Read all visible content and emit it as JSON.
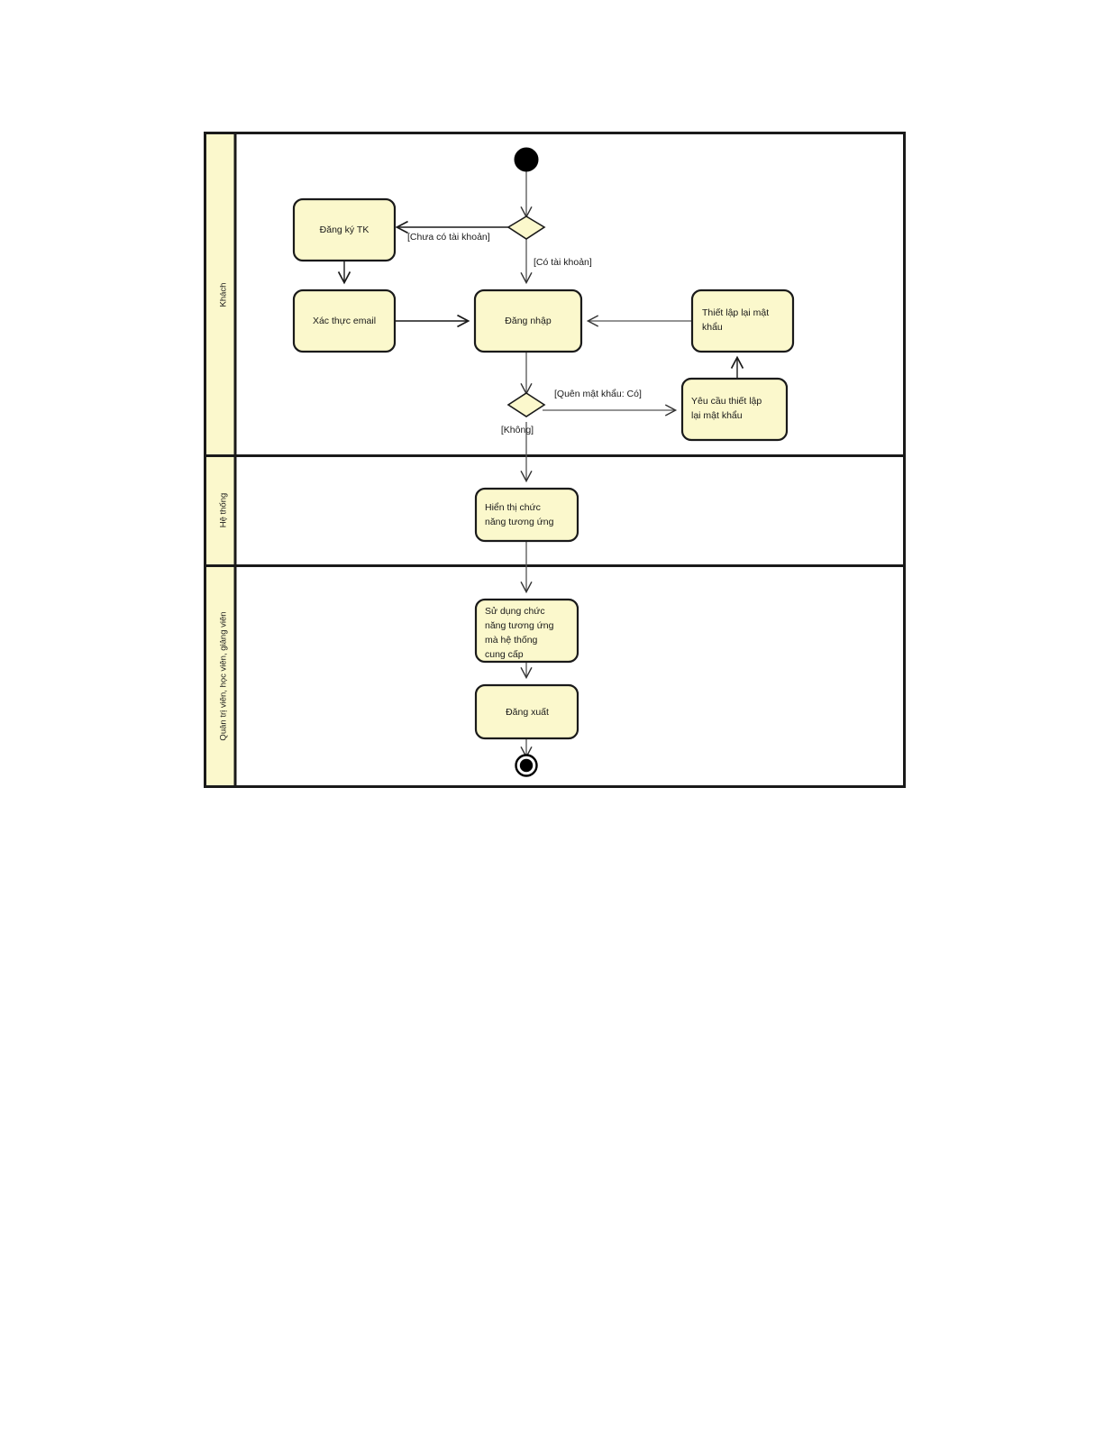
{
  "diagram": {
    "type": "uml-activity-diagram",
    "title": "",
    "colors": {
      "node_fill": "#FBF8CC",
      "node_stroke": "#1a1a1a",
      "lane_header_fill": "#FBF8CC",
      "frame_stroke": "#1a1a1a",
      "flow_stroke": "#555555",
      "solid_flow_stroke": "#1a1a1a",
      "text": "#1a1a1a",
      "page_background": "#ffffff"
    },
    "lanes": [
      {
        "id": "lane-khach",
        "label": "Khách"
      },
      {
        "id": "lane-he-thong",
        "label": "Hệ thống"
      },
      {
        "id": "lane-nguoi-dung",
        "label": "Quản trị viên, học viên, giảng viên"
      }
    ],
    "nodes": [
      {
        "id": "start",
        "kind": "initial-node",
        "label": ""
      },
      {
        "id": "decision-account",
        "kind": "decision-node",
        "label": ""
      },
      {
        "id": "dang-ky-tk",
        "kind": "activity",
        "label": "Đăng ký TK",
        "lane": "lane-khach"
      },
      {
        "id": "xac-thuc-email",
        "kind": "activity",
        "label": "Xác thực email",
        "lane": "lane-khach"
      },
      {
        "id": "dang-nhap",
        "kind": "activity",
        "label": "Đăng nhập",
        "lane": "lane-khach"
      },
      {
        "id": "thiet-lap-lai-mat-khau",
        "kind": "activity",
        "label": "Thiết lập lại mật khẩu",
        "lane": "lane-khach"
      },
      {
        "id": "decision-forgot",
        "kind": "decision-node",
        "label": ""
      },
      {
        "id": "yeu-cau-thiet-lap",
        "kind": "activity",
        "label": "Yêu cầu thiết lập lại mật khẩu",
        "lane": "lane-khach"
      },
      {
        "id": "hien-thi-chuc-nang",
        "kind": "activity",
        "label": "Hiển thị chức năng tương ứng",
        "lane": "lane-he-thong"
      },
      {
        "id": "su-dung-chuc-nang",
        "kind": "activity",
        "label": "Sử dụng chức năng tương ứng mà hệ thống cung cấp",
        "lane": "lane-nguoi-dung"
      },
      {
        "id": "dang-xuat",
        "kind": "activity",
        "label": "Đăng xuất",
        "lane": "lane-nguoi-dung"
      },
      {
        "id": "end",
        "kind": "final-node",
        "label": ""
      }
    ],
    "node_text_lines": {
      "dang-ky-tk": [
        "Đăng ký TK"
      ],
      "xac-thuc-email": [
        "Xác thực email"
      ],
      "dang-nhap": [
        "Đăng nhập"
      ],
      "thiet-lap-lai-mat-khau": [
        "Thiết lập lại mật",
        "khẩu"
      ],
      "yeu-cau-thiet-lap": [
        "Yêu cầu thiết lập",
        "lại mật khẩu"
      ],
      "hien-thi-chuc-nang": [
        "Hiển thị chức",
        "năng tương ứng"
      ],
      "su-dung-chuc-nang": [
        "Sử dụng chức",
        "năng tương ứng",
        "mà hệ thống",
        "cung cấp"
      ],
      "dang-xuat": [
        "Đăng xuất"
      ]
    },
    "guards": [
      {
        "id": "guard-no-account",
        "text": "[Chưa có tài khoản]",
        "from": "decision-account",
        "to": "dang-ky-tk"
      },
      {
        "id": "guard-has-account",
        "text": "[Có tài khoản]",
        "from": "decision-account",
        "to": "dang-nhap"
      },
      {
        "id": "guard-forgot-yes",
        "text": "[Quên mật khẩu: Có]",
        "from": "decision-forgot",
        "to": "yeu-cau-thiet-lap"
      },
      {
        "id": "guard-forgot-no",
        "text": "[Không]",
        "from": "decision-forgot",
        "to": "hien-thi-chuc-nang"
      }
    ],
    "edges": [
      {
        "from": "start",
        "to": "decision-account"
      },
      {
        "from": "decision-account",
        "to": "dang-ky-tk",
        "guard": "[Chưa có tài khoản]"
      },
      {
        "from": "decision-account",
        "to": "dang-nhap",
        "guard": "[Có tài khoản]"
      },
      {
        "from": "dang-ky-tk",
        "to": "xac-thuc-email"
      },
      {
        "from": "xac-thuc-email",
        "to": "dang-nhap"
      },
      {
        "from": "dang-nhap",
        "to": "decision-forgot"
      },
      {
        "from": "decision-forgot",
        "to": "yeu-cau-thiet-lap",
        "guard": "[Quên mật khẩu: Có]"
      },
      {
        "from": "yeu-cau-thiet-lap",
        "to": "thiet-lap-lai-mat-khau"
      },
      {
        "from": "thiet-lap-lai-mat-khau",
        "to": "dang-nhap"
      },
      {
        "from": "decision-forgot",
        "to": "hien-thi-chuc-nang",
        "guard": "[Không]"
      },
      {
        "from": "hien-thi-chuc-nang",
        "to": "su-dung-chuc-nang"
      },
      {
        "from": "su-dung-chuc-nang",
        "to": "dang-xuat"
      },
      {
        "from": "dang-xuat",
        "to": "end"
      }
    ]
  }
}
